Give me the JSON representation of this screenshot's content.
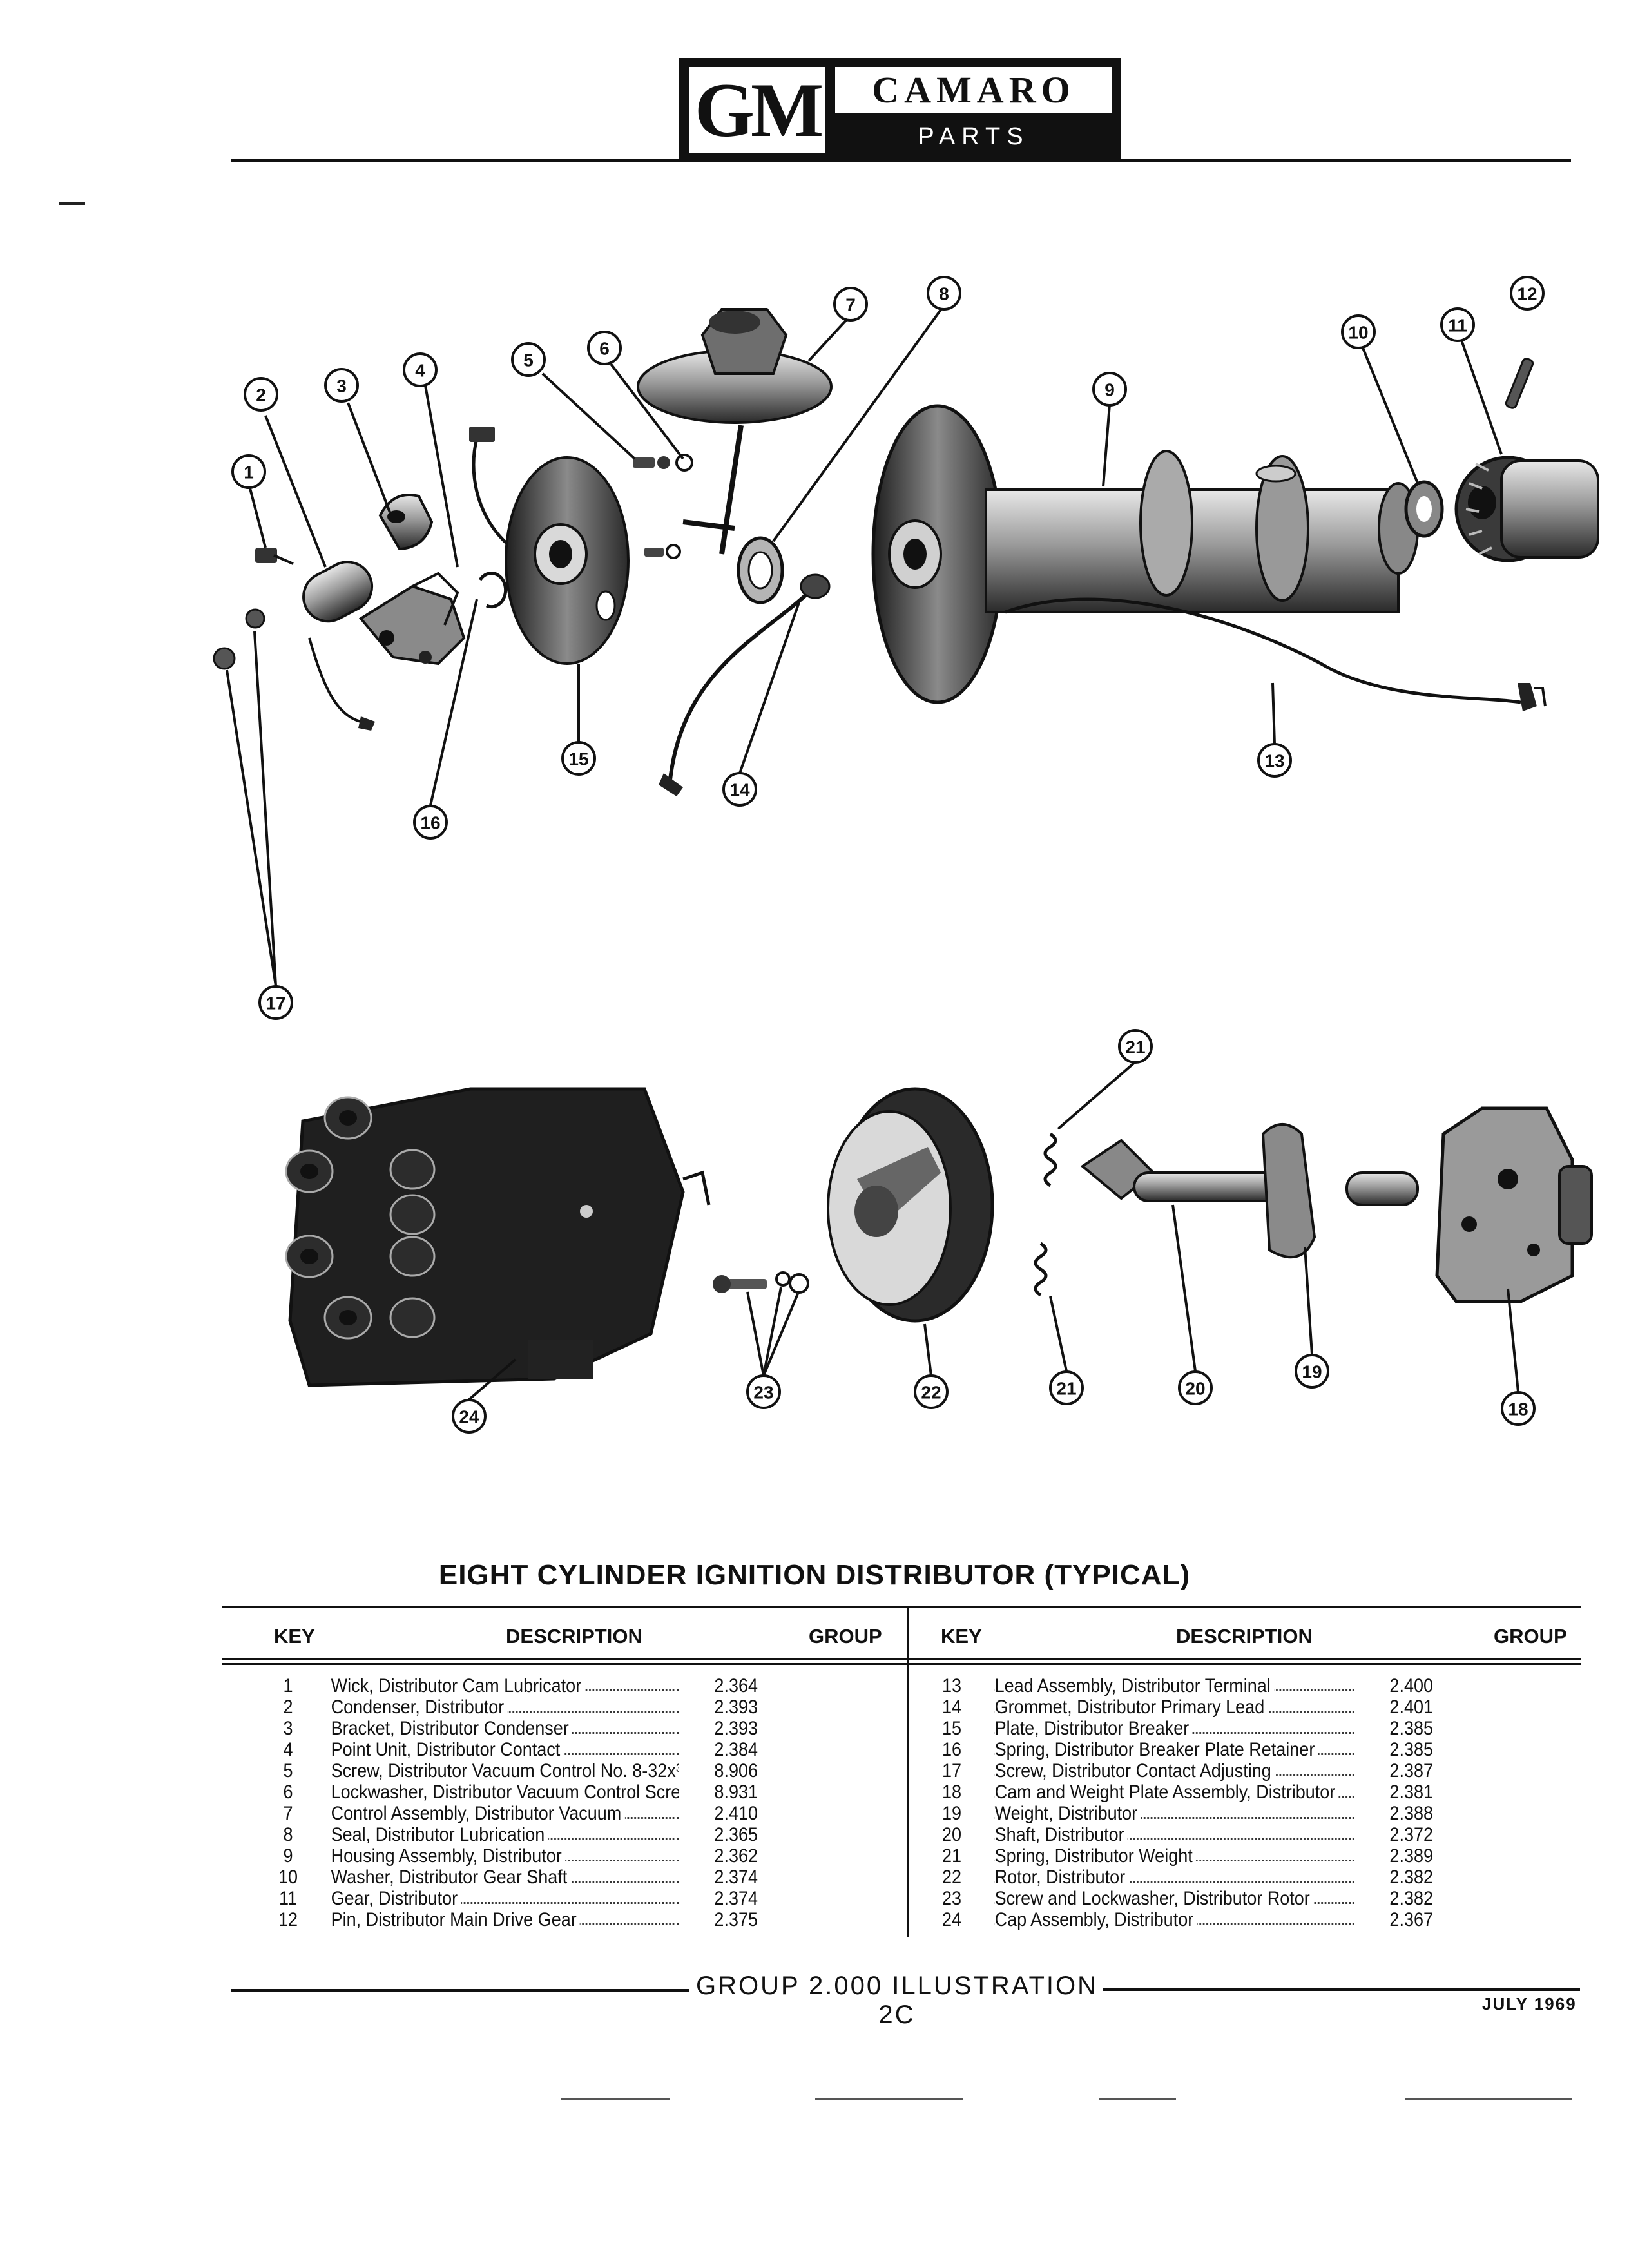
{
  "header": {
    "logo": "GM",
    "title": "CAMARO",
    "subtitle": "PARTS CATALOGUE"
  },
  "callouts": [
    "1",
    "2",
    "3",
    "4",
    "5",
    "6",
    "7",
    "8",
    "9",
    "10",
    "11",
    "12",
    "13",
    "14",
    "15",
    "16",
    "17",
    "18",
    "19",
    "20",
    "21",
    "21",
    "22",
    "23",
    "24"
  ],
  "caption": "EIGHT CYLINDER IGNITION DISTRIBUTOR (TYPICAL)",
  "table": {
    "headers": {
      "key": "KEY",
      "description": "DESCRIPTION",
      "group": "GROUP"
    },
    "left": [
      {
        "key": "1",
        "description": "Wick, Distributor Cam Lubricator",
        "group": "2.364"
      },
      {
        "key": "2",
        "description": "Condenser, Distributor",
        "group": "2.393"
      },
      {
        "key": "3",
        "description": "Bracket, Distributor Condenser",
        "group": "2.393"
      },
      {
        "key": "4",
        "description": "Point Unit, Distributor Contact",
        "group": "2.384"
      },
      {
        "key": "5",
        "description": "Screw, Distributor Vacuum Control No. 8-32x⅜",
        "group": "8.906"
      },
      {
        "key": "6",
        "description": "Lockwasher, Distributor Vacuum Control Screw No. 8",
        "group": "8.931"
      },
      {
        "key": "7",
        "description": "Control Assembly, Distributor Vacuum",
        "group": "2.410"
      },
      {
        "key": "8",
        "description": "Seal, Distributor Lubrication",
        "group": "2.365"
      },
      {
        "key": "9",
        "description": "Housing Assembly, Distributor",
        "group": "2.362"
      },
      {
        "key": "10",
        "description": "Washer, Distributor Gear Shaft",
        "group": "2.374"
      },
      {
        "key": "11",
        "description": "Gear, Distributor",
        "group": "2.374"
      },
      {
        "key": "12",
        "description": "Pin, Distributor Main Drive Gear",
        "group": "2.375"
      }
    ],
    "right": [
      {
        "key": "13",
        "description": "Lead Assembly, Distributor Terminal",
        "group": "2.400"
      },
      {
        "key": "14",
        "description": "Grommet, Distributor Primary Lead",
        "group": "2.401"
      },
      {
        "key": "15",
        "description": "Plate, Distributor Breaker",
        "group": "2.385"
      },
      {
        "key": "16",
        "description": "Spring, Distributor Breaker Plate Retainer",
        "group": "2.385"
      },
      {
        "key": "17",
        "description": "Screw, Distributor Contact Adjusting",
        "group": "2.387"
      },
      {
        "key": "18",
        "description": "Cam and Weight Plate Assembly, Distributor",
        "group": "2.381"
      },
      {
        "key": "19",
        "description": "Weight, Distributor",
        "group": "2.388"
      },
      {
        "key": "20",
        "description": "Shaft, Distributor",
        "group": "2.372"
      },
      {
        "key": "21",
        "description": "Spring, Distributor Weight",
        "group": "2.389"
      },
      {
        "key": "22",
        "description": "Rotor, Distributor",
        "group": "2.382"
      },
      {
        "key": "23",
        "description": "Screw and Lockwasher, Distributor Rotor",
        "group": "2.382"
      },
      {
        "key": "24",
        "description": "Cap Assembly, Distributor",
        "group": "2.367"
      }
    ]
  },
  "footer": {
    "text": "GROUP 2.000 ILLUSTRATION 2C",
    "date": "JULY 1969"
  }
}
